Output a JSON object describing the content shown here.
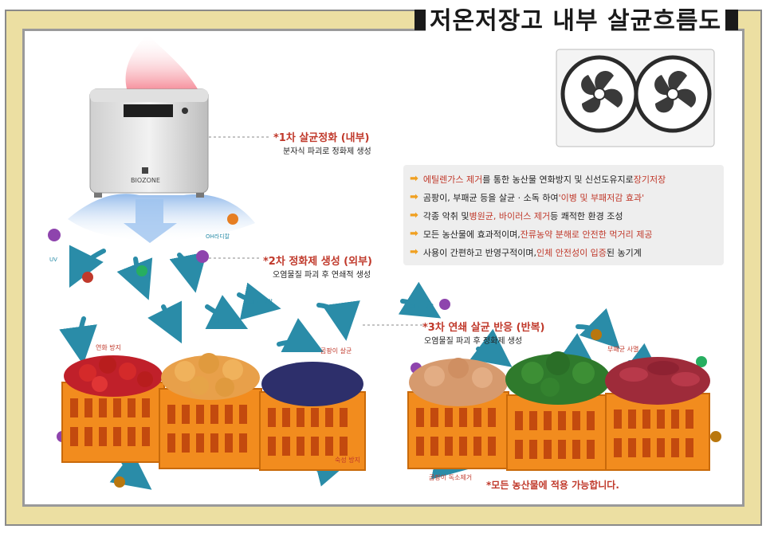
{
  "title": "저온저장고 내부 살균흐름도",
  "stages": [
    {
      "title": "*1차 살균정화 (내부)",
      "subtitle": "분자식 파괴로 정화제 생성"
    },
    {
      "title": "*2차 정화제 생성 (외부)",
      "subtitle": "오염물질 파괴 후 연쇄적 생성"
    },
    {
      "title": "*3차 연쇄 살균 반응 (반복)",
      "subtitle": "오염물질 파괴 후 정화제 생성"
    }
  ],
  "benefits": [
    {
      "hl": "에틸렌가스 제거",
      "t1": "를 통한 농산물 연화방지 및 신선도유지로 ",
      "hl2": "장기저장",
      "t2": ""
    },
    {
      "hl": "",
      "t1": "곰팡이, 부패균 등을 살균 · 소독 하여 ",
      "hl2": "'이병 및 부패저감 효과'",
      "t2": ""
    },
    {
      "hl": "",
      "t1": "각종 악취 및 ",
      "hl2": "병원균, 바이러스 제거",
      "t2": " 등 쾌적한 환경 조성"
    },
    {
      "hl": "",
      "t1": "모든 농산물에 효과적이며, ",
      "hl2": "잔류농약 분해로 안전한 먹거리 제공",
      "t2": ""
    },
    {
      "hl": "",
      "t1": "사용이 간편하고 반영구적이며, ",
      "hl2": "인체 안전성이 입증",
      "t2": "된 농기계"
    }
  ],
  "effects": {
    "soften": "연화 방지",
    "mold": "곰팡이 살균",
    "ripen": "숙성 방지",
    "decay": "부패균 사멸",
    "toxin": "곰팡이 독소제거"
  },
  "device": {
    "brand": "BIOZONE"
  },
  "arrow_labels": {
    "oh": "OH라디칼",
    "uv": "UV"
  },
  "note": "*모든 농산물에 적용 가능합니다.",
  "colors": {
    "frame": "#ecdfa2",
    "accent_red": "#c0392b",
    "arrow": "#2a8ca8",
    "crate": "#f28c1e"
  }
}
